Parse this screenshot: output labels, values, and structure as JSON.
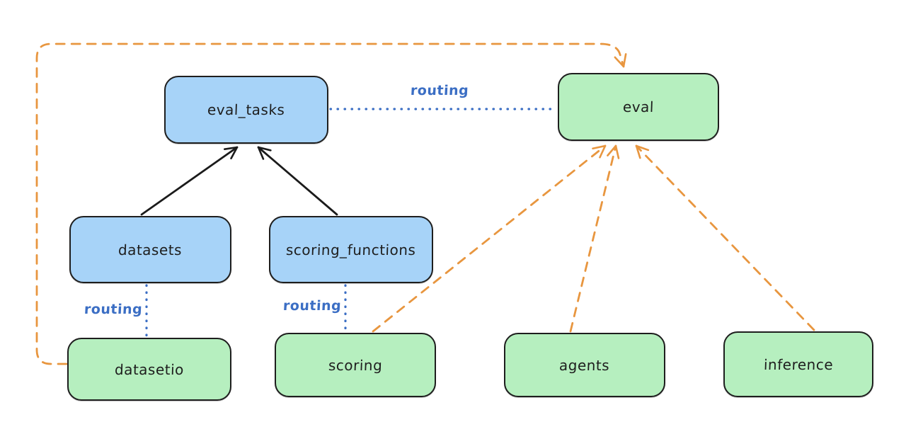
{
  "diagram": {
    "type": "architecture-routing-diagram",
    "background": "#ffffff",
    "colors": {
      "node_blue_fill": "#a7d3f8",
      "node_green_fill": "#b6efbf",
      "node_border": "#1e1e1e",
      "routing_blue": "#3b6ec4",
      "dashed_orange": "#e8963f",
      "solid_black_arrow": "#1b1b1b"
    },
    "nodes": [
      {
        "id": "eval_tasks",
        "label": "eval_tasks",
        "color": "blue"
      },
      {
        "id": "eval",
        "label": "eval",
        "color": "green"
      },
      {
        "id": "datasets",
        "label": "datasets",
        "color": "blue"
      },
      {
        "id": "scoring_functions",
        "label": "scoring_functions",
        "color": "blue"
      },
      {
        "id": "datasetio",
        "label": "datasetio",
        "color": "green"
      },
      {
        "id": "scoring",
        "label": "scoring",
        "color": "green"
      },
      {
        "id": "agents",
        "label": "agents",
        "color": "green"
      },
      {
        "id": "inference",
        "label": "inference",
        "color": "green"
      }
    ],
    "edges": [
      {
        "from": "datasets",
        "to": "eval_tasks",
        "style": "solid-black-arrow",
        "label": ""
      },
      {
        "from": "scoring_functions",
        "to": "eval_tasks",
        "style": "solid-black-arrow",
        "label": ""
      },
      {
        "from": "eval_tasks",
        "to": "eval",
        "style": "dotted-blue",
        "label": "routing"
      },
      {
        "from": "datasets",
        "to": "datasetio",
        "style": "dotted-blue",
        "label": "routing"
      },
      {
        "from": "scoring_functions",
        "to": "scoring",
        "style": "dotted-blue",
        "label": "routing"
      },
      {
        "from": "datasetio",
        "to": "eval",
        "style": "dashed-orange-arrow",
        "label": ""
      },
      {
        "from": "scoring",
        "to": "eval",
        "style": "dashed-orange-arrow",
        "label": ""
      },
      {
        "from": "agents",
        "to": "eval",
        "style": "dashed-orange-arrow",
        "label": ""
      },
      {
        "from": "inference",
        "to": "eval",
        "style": "dashed-orange-arrow",
        "label": ""
      }
    ]
  }
}
